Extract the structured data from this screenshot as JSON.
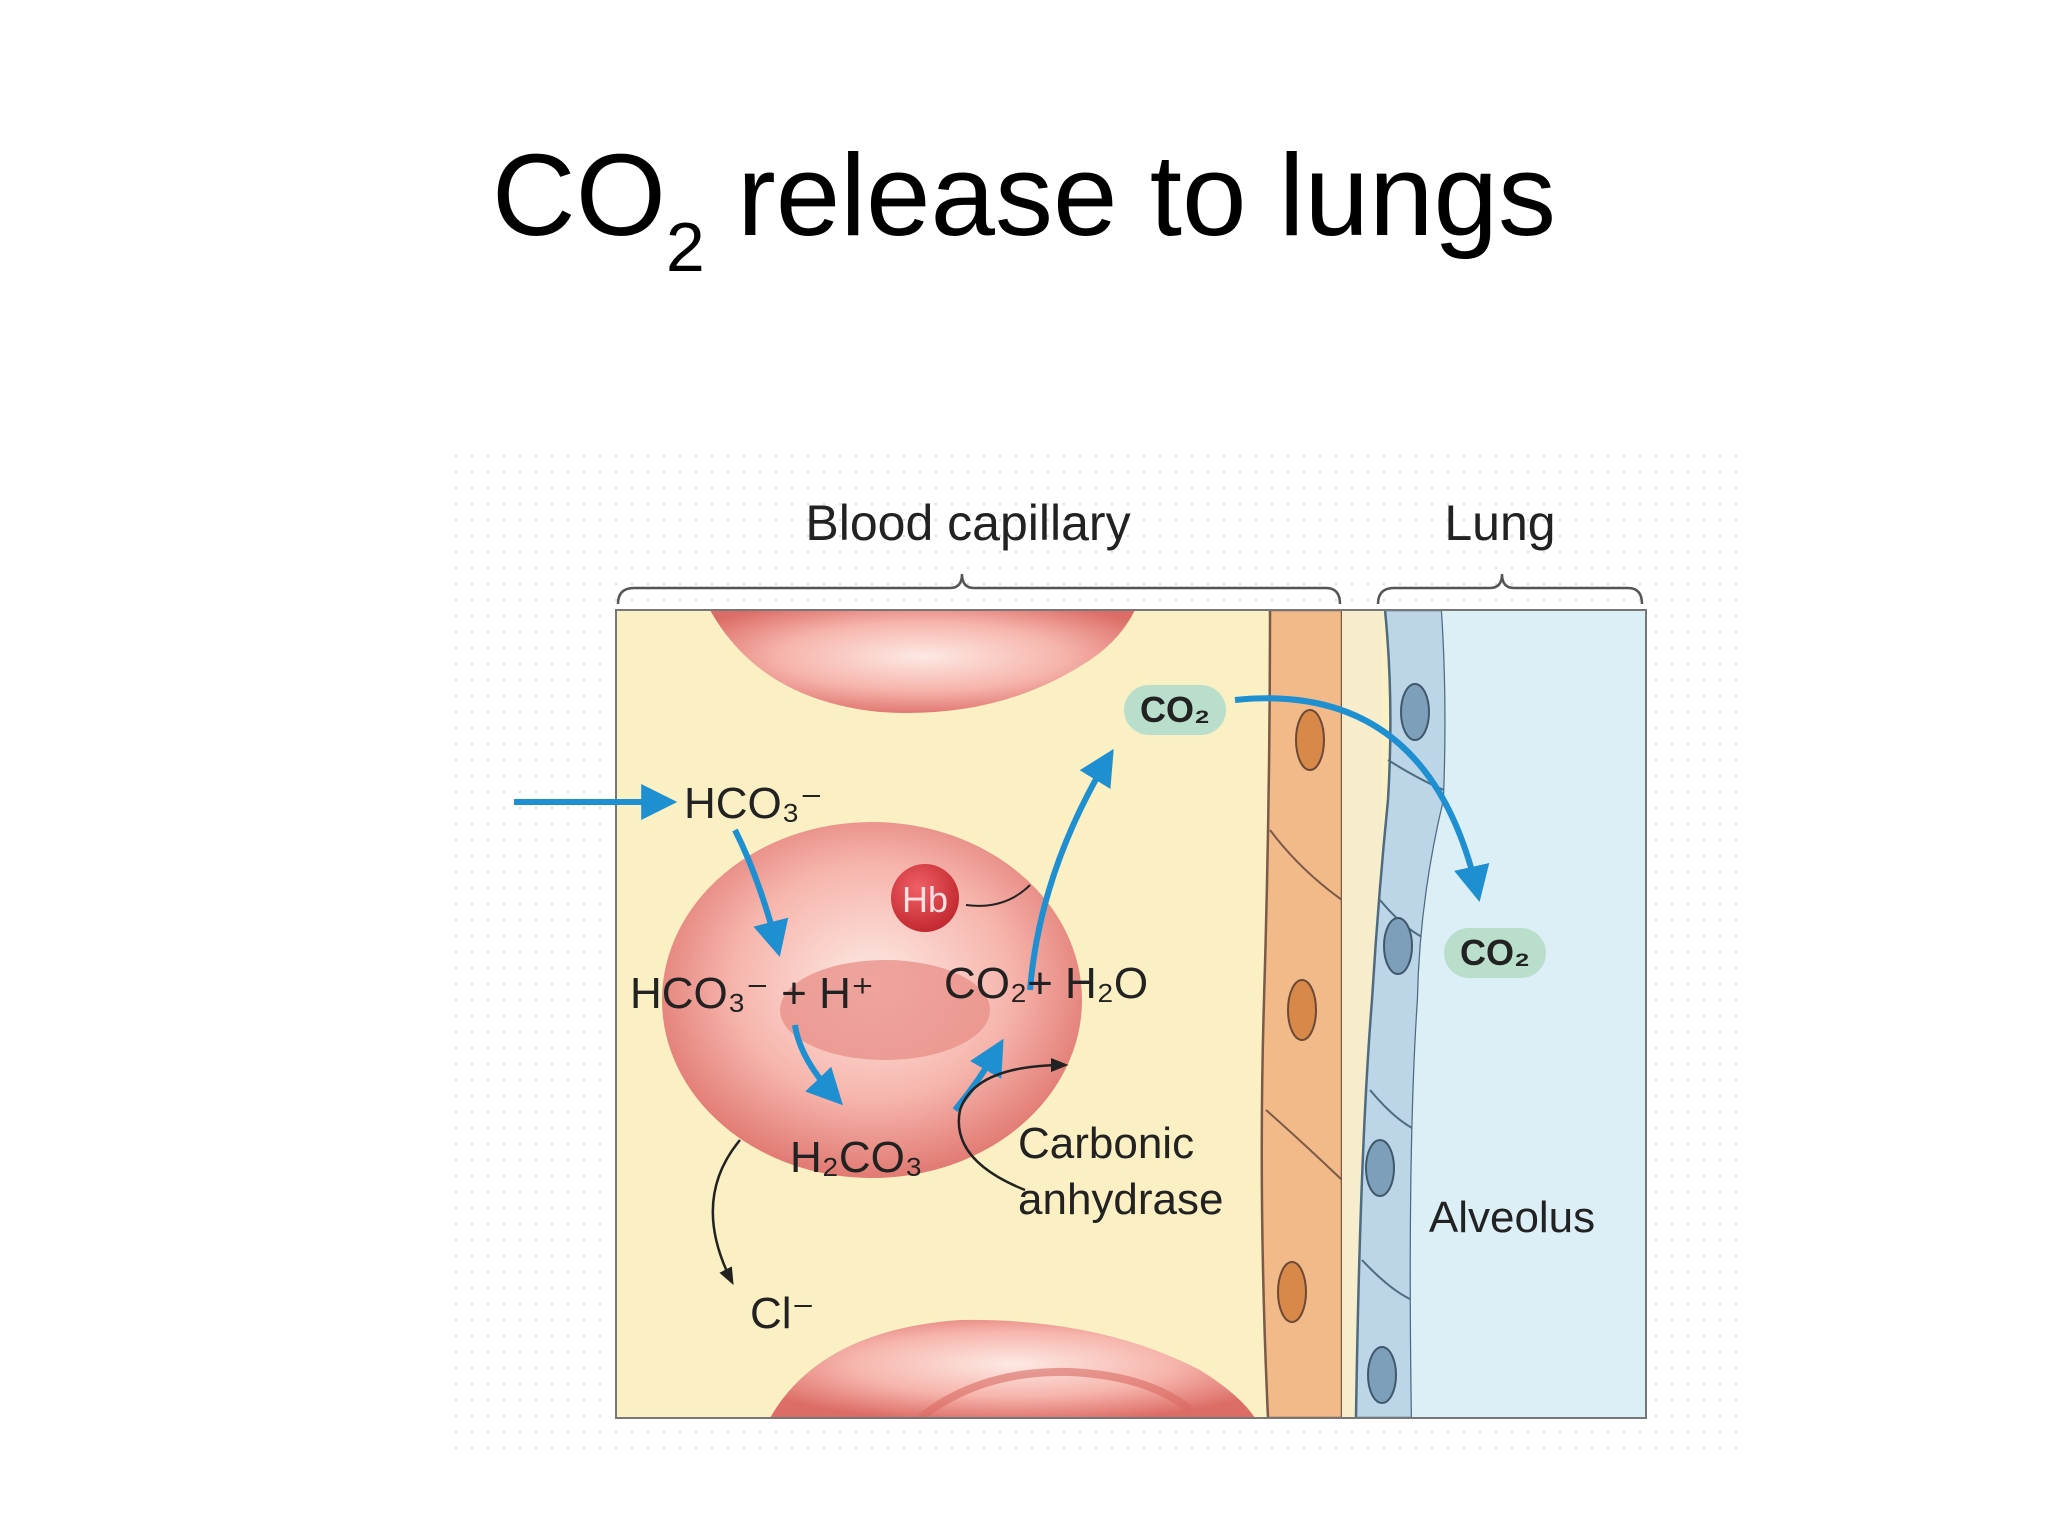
{
  "title": {
    "main": "CO",
    "subscript": "2",
    "rest": " release to lungs"
  },
  "diagram": {
    "sections": {
      "blood_capillary": "Blood capillary",
      "lung": "Lung"
    },
    "labels": {
      "hco3_in": "HCO₃⁻",
      "hb": "Hb",
      "reaction_left": "HCO₃⁻ + H⁺",
      "reaction_right": "CO₂+ H₂O",
      "h2co3": "H₂CO₃",
      "carbonic": "Carbonic",
      "anhydrase": "anhydrase",
      "cl": "Cl⁻",
      "co2_capillary": "CO₂",
      "co2_alveolus": "CO₂",
      "alveolus": "Alveolus"
    },
    "colors": {
      "plasma": "#fbf0c4",
      "rbc": "#e8837c",
      "rbc_highlight": "#fbe5e0",
      "hb": "#d6363c",
      "arrow": "#1e8fd0",
      "capillary_wall": "#f2b989",
      "alveolar_wall": "#bcd6e8",
      "alveolus": "#dceef6",
      "co2_badge": "#b9dfcc"
    }
  }
}
